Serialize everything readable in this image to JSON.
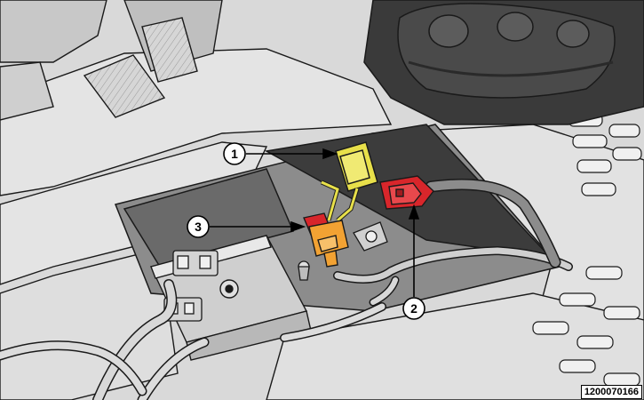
{
  "figure": {
    "id_label": "1200070166"
  },
  "callouts": [
    {
      "number": "1",
      "target": "yellow-connector"
    },
    {
      "number": "2",
      "target": "red-cable-connector"
    },
    {
      "number": "3",
      "target": "orange-red-connector"
    }
  ],
  "colors": {
    "yellow_part": "#e8e04a",
    "red_part": "#d8262b",
    "orange_part": "#f2a233",
    "line_art": "#1a1a1a",
    "grey_fill": "#cfcfcf",
    "dark_fill": "#3a3a3a"
  }
}
